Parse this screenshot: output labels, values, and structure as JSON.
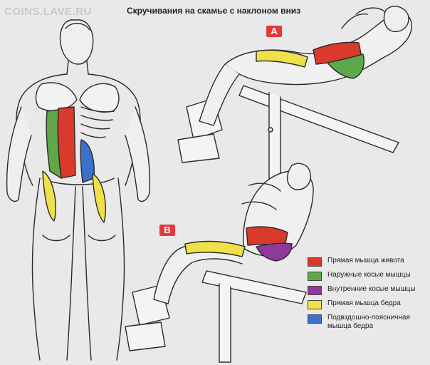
{
  "watermark": "COINS.LAVE.RU",
  "title": "Скручивания на скамье с наклоном вниз",
  "markers": {
    "a": "A",
    "b": "B"
  },
  "colors": {
    "rectus_abdominis": "#d93a2b",
    "external_obliques": "#5fa84a",
    "internal_obliques": "#8e3a9c",
    "rectus_femoris": "#efe14a",
    "iliopsoas": "#3a72c9"
  },
  "legend": [
    {
      "label": "Прямая мышца живота",
      "color": "#d93a2b"
    },
    {
      "label": "Наружные косые мышцы",
      "color": "#5fa84a"
    },
    {
      "label": "Внутренние косые мышцы",
      "color": "#8e3a9c"
    },
    {
      "label": "Прямая мышца бедра",
      "color": "#efe14a"
    },
    {
      "label": "Подвздошно-поясничная\nмышца бедра",
      "color": "#3a72c9"
    }
  ]
}
